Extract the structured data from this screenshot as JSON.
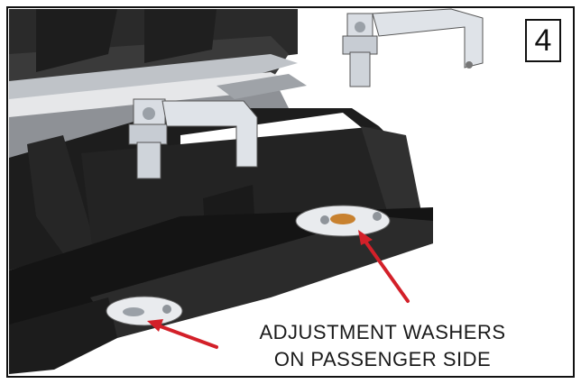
{
  "step_number": "4",
  "callout": {
    "line1": "ADJUSTMENT WASHERS",
    "line2": "ON PASSENGER SIDE"
  },
  "colors": {
    "arrow": "#d32029",
    "frame_black": "#1a1a1a",
    "metal_silver": "#d9dde3",
    "washer_orange": "#c8812f"
  }
}
